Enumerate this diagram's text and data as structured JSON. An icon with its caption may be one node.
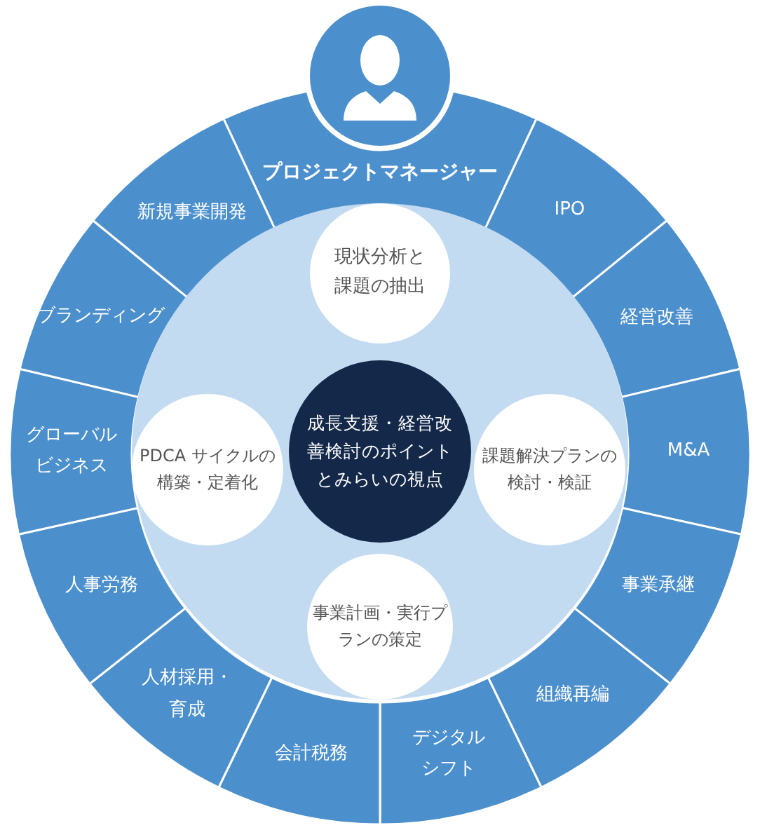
{
  "diagram": {
    "nodes": [
      {
        "text": [
          "プロジェクトマネージャー"
        ]
      },
      {
        "text": [
          "IPO"
        ]
      },
      {
        "text": [
          "経営改善"
        ]
      },
      {
        "text": [
          "M&A"
        ]
      },
      {
        "text": [
          "事業承継"
        ]
      },
      {
        "text": [
          "組織再編"
        ]
      },
      {
        "text": [
          "デジタルシフト"
        ]
      },
      {
        "text": [
          "会計税務"
        ]
      },
      {
        "text": [
          "人材採用・育成"
        ]
      },
      {
        "text": [
          "人事労務"
        ]
      },
      {
        "text": [
          "グローバルビジネス"
        ]
      },
      {
        "text": [
          "ブランディング"
        ]
      },
      {
        "text": [
          "新規事業開発"
        ]
      },
      {
        "text": [],
        "shape": "circle"
      },
      {
        "text": [
          "現状分析と課題の抽出"
        ],
        "in": 13
      },
      {
        "text": [
          "PDCA サイクルの構築・定着化"
        ],
        "in": 13
      },
      {
        "text": [
          "成長支援・経営改善検討のポイントとみらいの視点"
        ],
        "in": 13
      },
      {
        "text": [
          "課題解決プランの検討・検証"
        ],
        "in": 13
      },
      {
        "text": [
          "事業計画・実行プランの策定"
        ],
        "in": 13
      }
    ]
  }
}
